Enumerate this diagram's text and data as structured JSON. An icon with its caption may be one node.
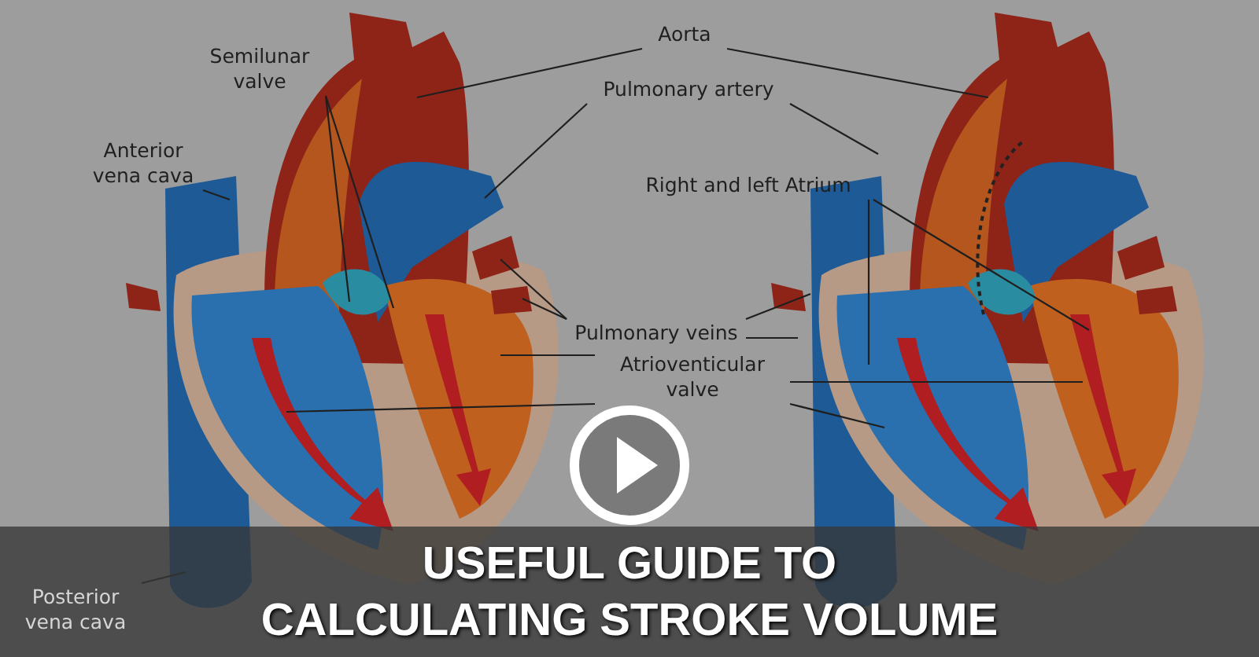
{
  "diagram": {
    "title": "USEFUL GUIDE TO CALCULATING STROKE VOLUME",
    "nodes": [
      {
        "text": [
          "Semilunar valve"
        ]
      },
      {
        "text": [
          "Anterior vena cava"
        ]
      },
      {
        "text": [
          "Aorta"
        ]
      },
      {
        "text": [
          "Pulmonary artery"
        ]
      },
      {
        "text": [
          "Right and left Atrium"
        ]
      },
      {
        "text": [
          "Pulmonary veins"
        ]
      },
      {
        "text": [
          "Atrioventicular valve"
        ]
      },
      {
        "text": [
          "Posterior vena cava"
        ]
      }
    ],
    "edges": [
      {
        "from": 0,
        "to": null,
        "arrow": "none"
      },
      {
        "from": 0,
        "to": null,
        "arrow": "none"
      },
      {
        "from": 1,
        "to": null,
        "arrow": "none"
      },
      {
        "from": 2,
        "to": null,
        "arrow": "none"
      },
      {
        "from": 2,
        "to": null,
        "arrow": "none"
      },
      {
        "from": 3,
        "to": null,
        "arrow": "none"
      },
      {
        "from": 3,
        "to": null,
        "arrow": "none"
      },
      {
        "from": 4,
        "to": null,
        "arrow": "none"
      },
      {
        "from": 4,
        "to": null,
        "arrow": "none"
      },
      {
        "from": 5,
        "to": null,
        "arrow": "none"
      },
      {
        "from": 5,
        "to": null,
        "arrow": "none"
      },
      {
        "from": 5,
        "to": null,
        "arrow": "none"
      },
      {
        "from": 5,
        "to": null,
        "arrow": "none"
      },
      {
        "from": 6,
        "to": null,
        "arrow": "none"
      },
      {
        "from": 6,
        "to": null,
        "arrow": "none"
      },
      {
        "from": 6,
        "to": null,
        "arrow": "none"
      },
      {
        "from": 6,
        "to": null,
        "arrow": "none"
      },
      {
        "from": 7,
        "to": null,
        "arrow": "none"
      }
    ]
  }
}
